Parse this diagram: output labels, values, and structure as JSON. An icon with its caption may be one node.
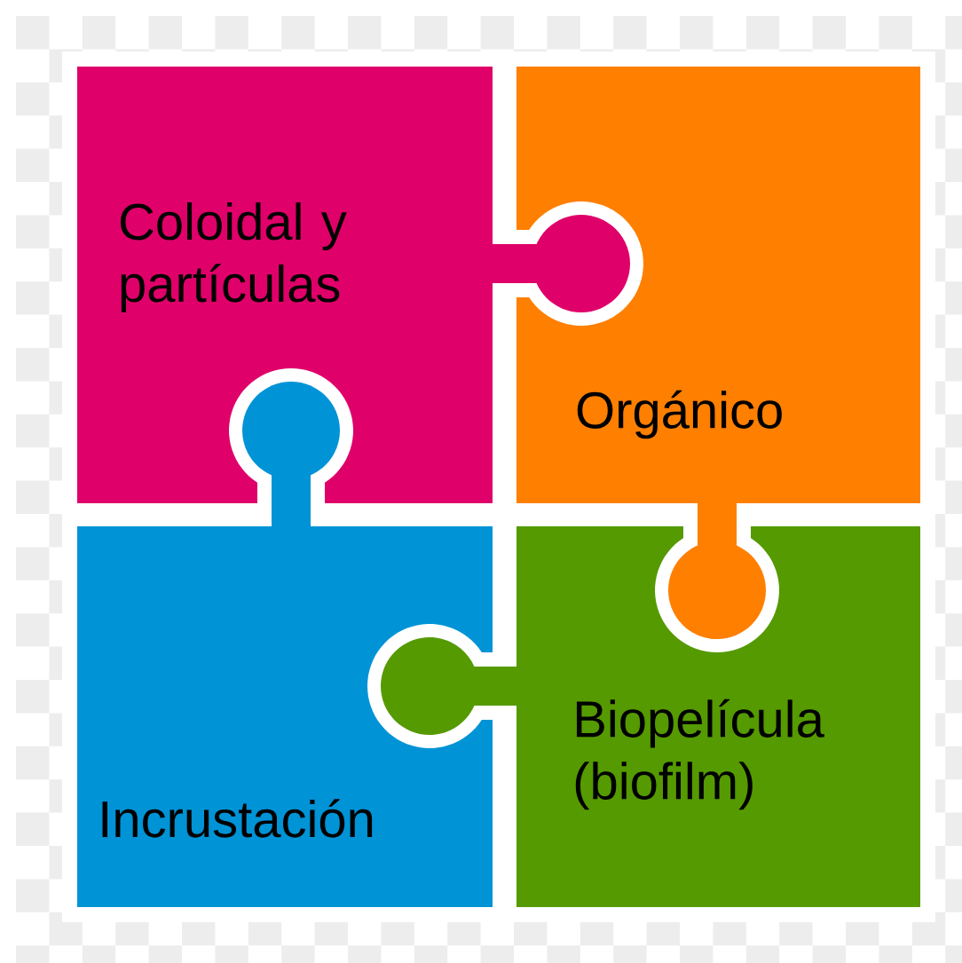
{
  "diagram": {
    "nodes": [
      {
        "text": [
          "Coloidal y partículas"
        ]
      },
      {
        "text": [
          "Orgánico"
        ]
      },
      {
        "text": [
          "Incrustación"
        ]
      },
      {
        "text": [
          "Biopelícula (biofilm)"
        ]
      }
    ]
  }
}
